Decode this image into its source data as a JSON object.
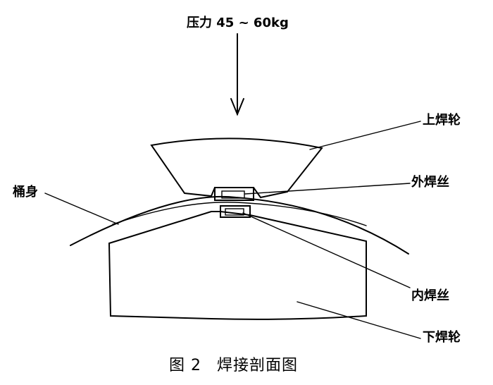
{
  "labels": {
    "pressure": "压力 45 ~ 60kg",
    "upper_wheel": "上焊轮",
    "outer_wire": "外焊丝",
    "barrel_body": "桶身",
    "inner_wire": "内焊丝",
    "lower_wheel": "下焊轮"
  },
  "caption": {
    "figure_number": "图 2",
    "title": "焊接剖面图"
  }
}
